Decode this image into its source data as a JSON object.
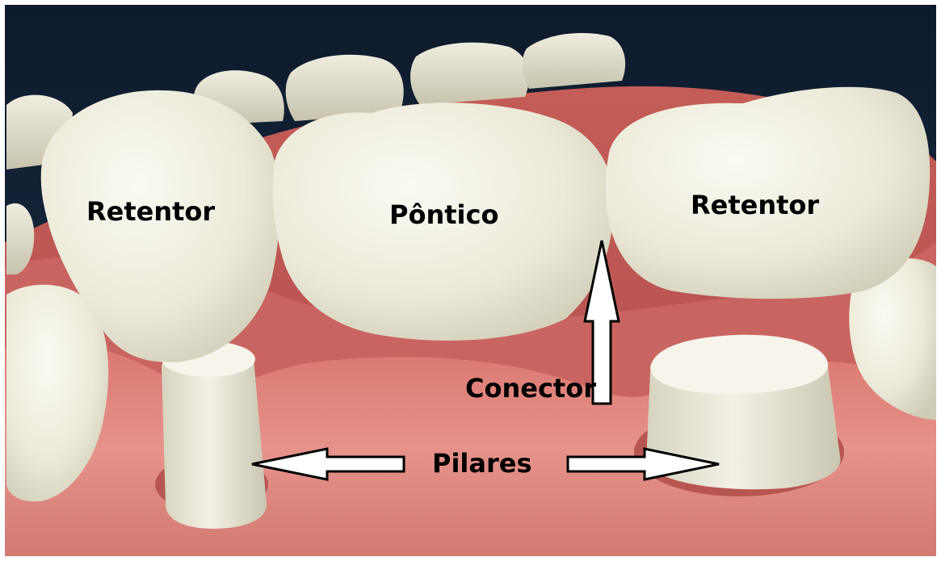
{
  "labels": {
    "retainer_left": "Retentor",
    "pontic": "Pôntico",
    "retainer_right": "Retentor",
    "connector": "Conector",
    "abutments": "Pilares"
  },
  "colors": {
    "background_top": "#0d1a2c",
    "background_bottom": "#1d3148",
    "gum": "#e38a80",
    "gum_shadow": "#b95a55",
    "tooth": "#f1efe3",
    "tooth_shadow": "#c8c5b2",
    "arrow_fill": "#ffffff",
    "arrow_stroke": "#000000",
    "label_text": "#000000"
  }
}
